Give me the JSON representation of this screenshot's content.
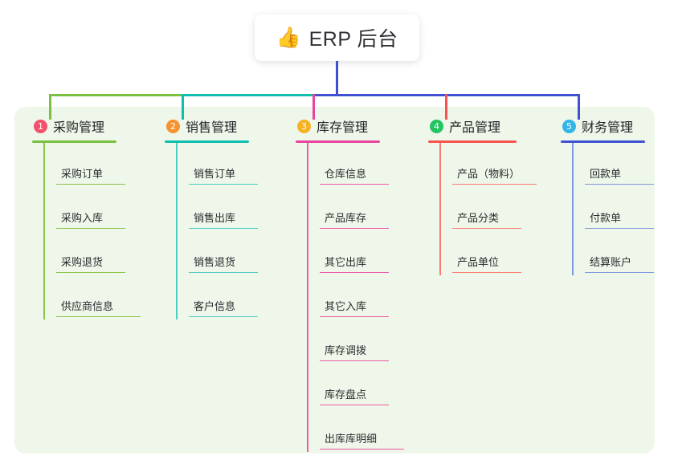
{
  "diagram": {
    "type": "mindmap",
    "root": {
      "icon": "thumbs-up-emoji",
      "emoji": "👍",
      "title": "ERP 后台"
    },
    "panel_color": "#eef7e9",
    "branches": [
      {
        "number": "1",
        "title": "采购管理",
        "color": "#7ac142",
        "line_color": "#8bc34a",
        "badge_color": "#f4516c",
        "items": [
          "采购订单",
          "采购入库",
          "采购退货",
          "供应商信息"
        ]
      },
      {
        "number": "2",
        "title": "销售管理",
        "color": "#0ebfad",
        "line_color": "#4ecdc4",
        "badge_color": "#f59331",
        "items": [
          "销售订单",
          "销售出库",
          "销售退货",
          "客户信息"
        ]
      },
      {
        "number": "3",
        "title": "库存管理",
        "color": "#e9449f",
        "line_color": "#ef5ba8",
        "badge_color": "#f5b223",
        "items": [
          "仓库信息",
          "产品库存",
          "其它出库",
          "其它入库",
          "库存调拨",
          "库存盘点",
          "出库库明细"
        ]
      },
      {
        "number": "4",
        "title": "产品管理",
        "color": "#f8534f",
        "line_color": "#fa7b74",
        "badge_color": "#24c463",
        "items": [
          "产品（物料）",
          "产品分类",
          "产品单位"
        ]
      },
      {
        "number": "5",
        "title": "财务管理",
        "color": "#3f51d0",
        "line_color": "#8298e0",
        "badge_color": "#33b5e8",
        "items": [
          "回款单",
          "付款单",
          "结算账户"
        ]
      }
    ]
  }
}
